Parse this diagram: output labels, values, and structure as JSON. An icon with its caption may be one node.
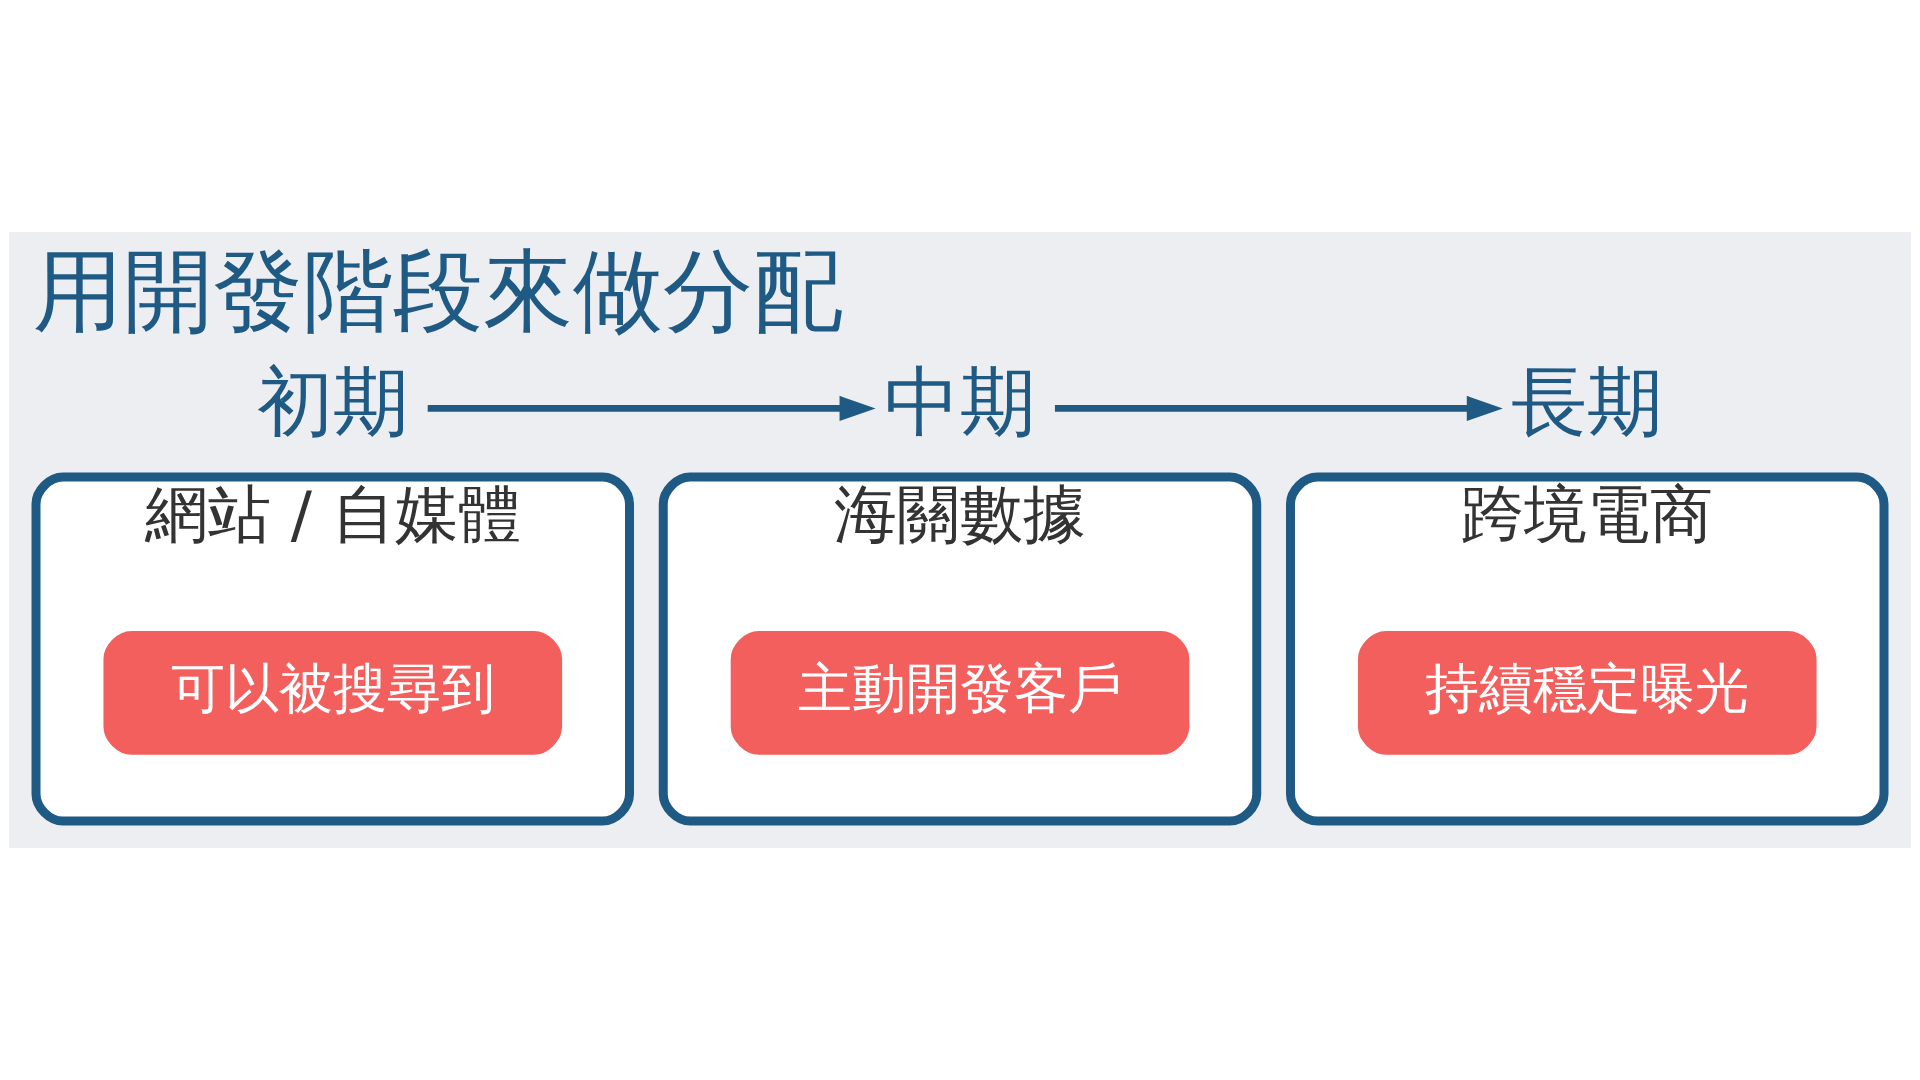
{
  "diagram": {
    "title": "用開發階段來做分配",
    "nodes": [
      {
        "text": [
          "初期"
        ]
      },
      {
        "text": [
          "中期"
        ]
      },
      {
        "text": [
          "長期"
        ]
      },
      {
        "text": [
          "網站 / 自媒體"
        ]
      },
      {
        "text": [
          "可以被搜尋到"
        ],
        "in": 3
      },
      {
        "text": [
          "海關數據"
        ]
      },
      {
        "text": [
          "主動開發客戶"
        ],
        "in": 5
      },
      {
        "text": [
          "跨境電商"
        ]
      },
      {
        "text": [
          "持續穩定曝光"
        ],
        "in": 7
      }
    ],
    "edges": [
      {
        "from": 0,
        "to": 1,
        "arrow": "to"
      },
      {
        "from": 1,
        "to": 2,
        "arrow": "to"
      }
    ]
  }
}
